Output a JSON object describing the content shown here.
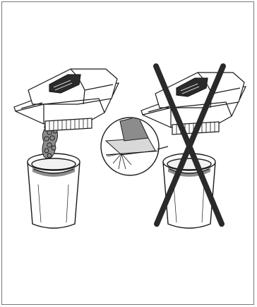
{
  "figure": {
    "panels": [
      {
        "name": "correct-method",
        "depicts": "fruit-chopper-emptying-into-bin"
      },
      {
        "name": "incorrect-method",
        "depicts": "fruit-chopper-knocked-against-bin-edge",
        "marked": "prohibited"
      }
    ],
    "icons": [
      "bin-icon",
      "chopper-icon",
      "prohibited-cross-icon",
      "magnifier-callout-icon"
    ],
    "colors": {
      "line": "#1a1a1a",
      "grey_fill": "#8c8c8c",
      "light_fill": "#d9d9d9",
      "cross": "#2a2a2a",
      "frame": "#7a7a7a"
    }
  }
}
